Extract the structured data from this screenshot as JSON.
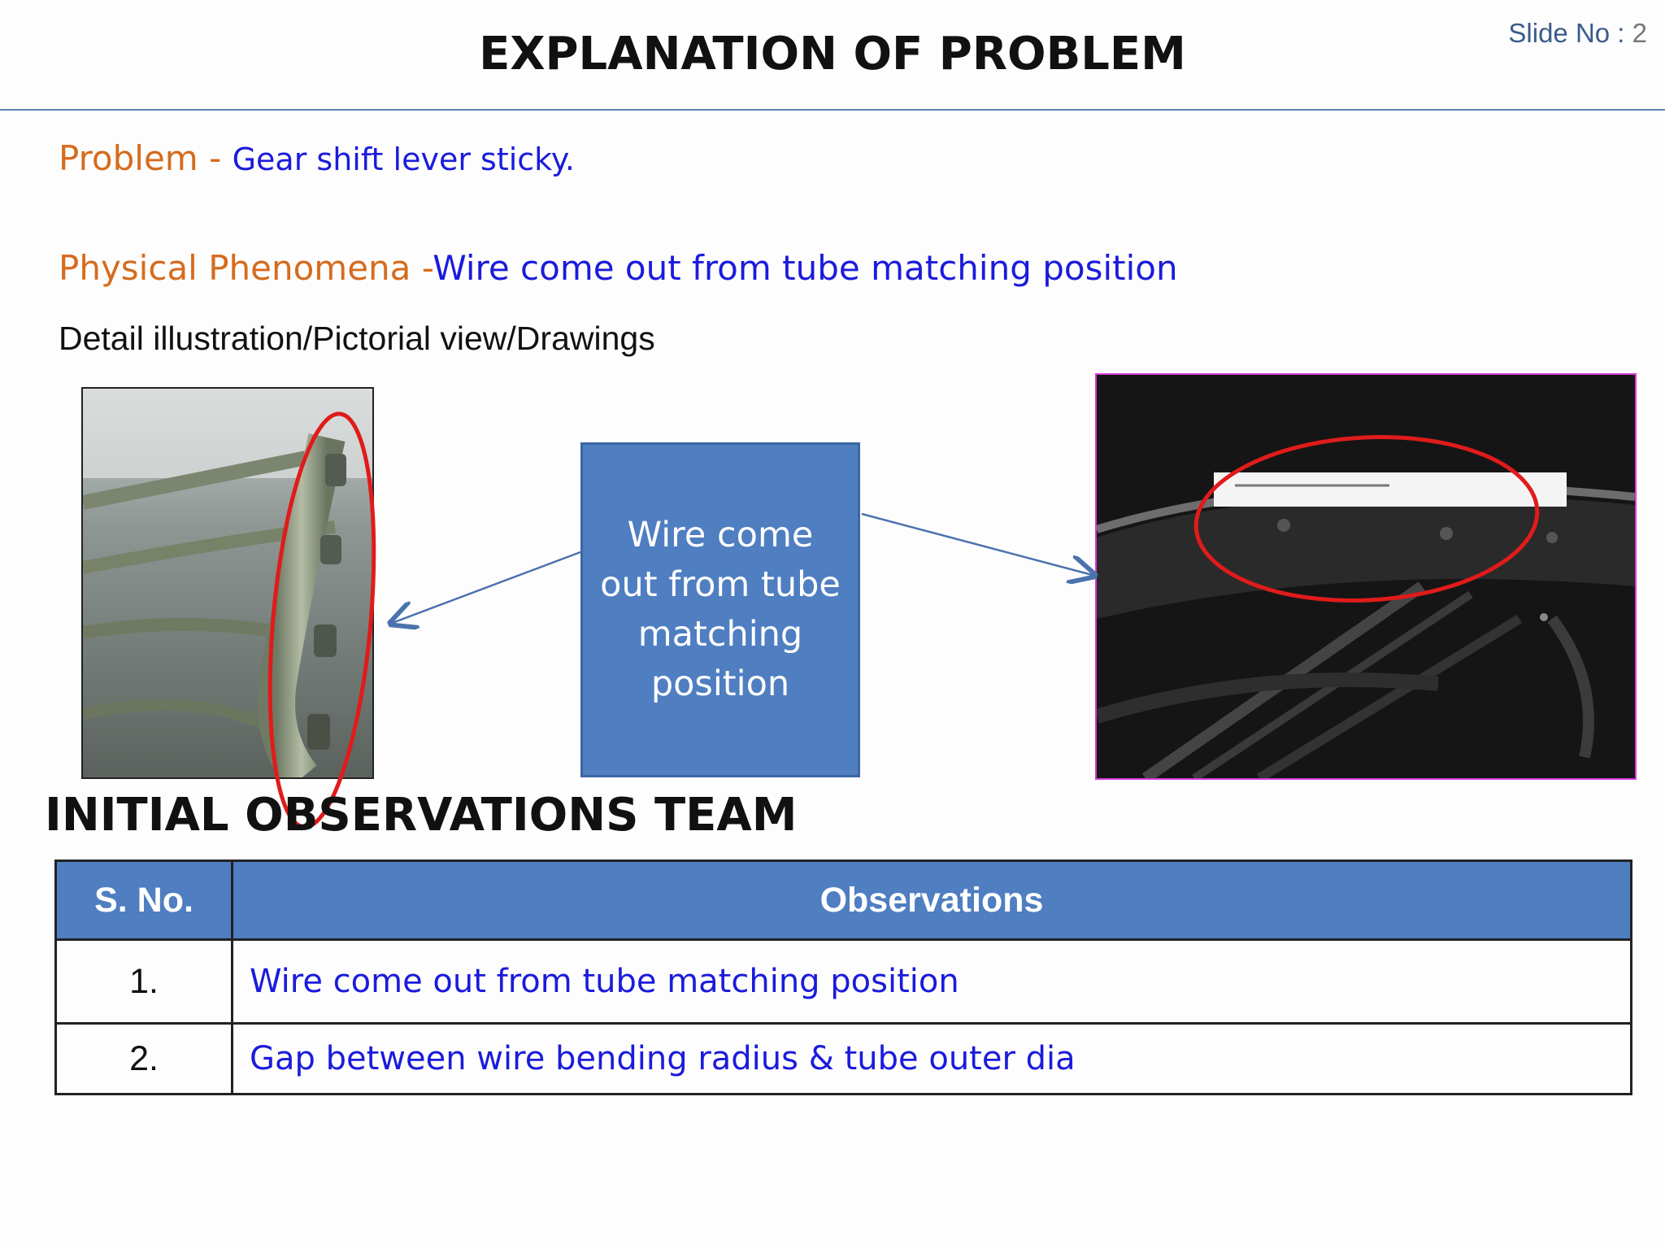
{
  "slide": {
    "title": "EXPLANATION OF PROBLEM",
    "slide_no_label": "Slide No : ",
    "slide_no_value": "2"
  },
  "problem": {
    "label": "Problem - ",
    "value": " Gear  shift lever sticky."
  },
  "phenomena": {
    "label": "Physical Phenomena  -",
    "value": "Wire come out from tube matching position"
  },
  "detail_heading": "Detail illustration/Pictorial view/Drawings",
  "callout": {
    "text": "Wire come\nout from tube\nmatching\nposition"
  },
  "observations": {
    "section_title": "INITIAL OBSERVATIONS TEAM",
    "columns": [
      "S. No.",
      "Observations"
    ],
    "rows": [
      {
        "sno": "1.",
        "text": "Wire come out from tube matching position"
      },
      {
        "sno": "2.",
        "text": "Gap between wire bending radius & tube outer dia"
      }
    ]
  },
  "colors": {
    "accent_blue_fill": "#4f7ec1",
    "label_orange": "#d66b1d",
    "value_blue": "#1b1bdc",
    "highlight_red": "#e01b1b",
    "photo_border_magenta": "#d63bd6"
  }
}
